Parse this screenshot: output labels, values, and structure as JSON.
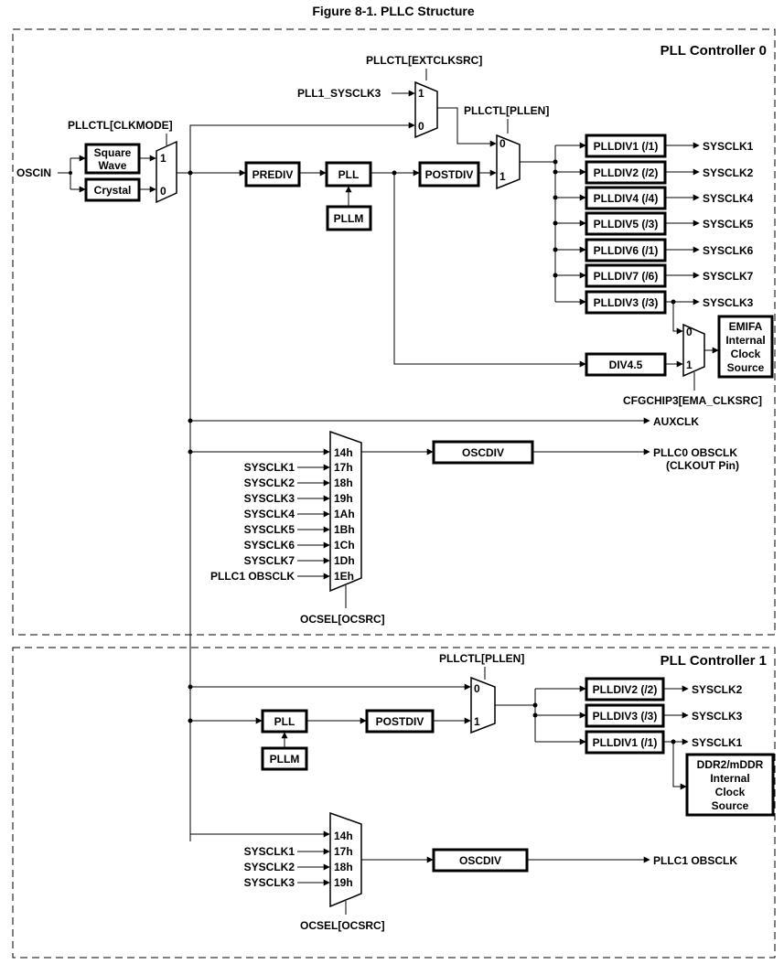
{
  "figure": {
    "title": "Figure 8-1. PLLC Structure"
  },
  "controller0": {
    "title": "PLL Controller 0",
    "input": "OSCIN",
    "clkmode_sel": "PLLCTL[CLKMODE]",
    "square_wave": [
      "Square",
      "Wave"
    ],
    "crystal": "Crystal",
    "mux_in1": "1",
    "mux_in0": "0",
    "extclksrc_sel": "PLLCTL[EXTCLKSRC]",
    "pll1_sysclk3": "PLL1_SYSCLK3",
    "pllen_sel": "PLLCTL[PLLEN]",
    "prediv": "PREDIV",
    "pll": "PLL",
    "pllm": "PLLM",
    "postdiv": "POSTDIV",
    "dividers": [
      {
        "box": "PLLDIV1 (/1)",
        "out": "SYSCLK1"
      },
      {
        "box": "PLLDIV2 (/2)",
        "out": "SYSCLK2"
      },
      {
        "box": "PLLDIV4 (/4)",
        "out": "SYSCLK4"
      },
      {
        "box": "PLLDIV5 (/3)",
        "out": "SYSCLK5"
      },
      {
        "box": "PLLDIV6 (/1)",
        "out": "SYSCLK6"
      },
      {
        "box": "PLLDIV7 (/6)",
        "out": "SYSCLK7"
      },
      {
        "box": "PLLDIV3 (/3)",
        "out": "SYSCLK3"
      }
    ],
    "div45": "DIV4.5",
    "emifa": [
      "EMIFA",
      "Internal",
      "Clock",
      "Source"
    ],
    "ema_sel": "CFGCHIP3[EMA_CLKSRC]",
    "auxclk": "AUXCLK",
    "obs_codes": [
      "14h",
      "17h",
      "18h",
      "19h",
      "1Ah",
      "1Bh",
      "1Ch",
      "1Dh",
      "1Eh"
    ],
    "obs_inputs": [
      "SYSCLK1",
      "SYSCLK2",
      "SYSCLK3",
      "SYSCLK4",
      "SYSCLK5",
      "SYSCLK6",
      "SYSCLK7",
      "PLLC1 OBSCLK"
    ],
    "oscdiv": "OSCDIV",
    "obsclk_out": [
      "PLLC0 OBSCLK",
      "(CLKOUT Pin)"
    ],
    "ocsel": "OCSEL[OCSRC]"
  },
  "controller1": {
    "title": "PLL Controller 1",
    "pllen_sel": "PLLCTL[PLLEN]",
    "mux_in0": "0",
    "mux_in1": "1",
    "pll": "PLL",
    "pllm": "PLLM",
    "postdiv": "POSTDIV",
    "dividers": [
      {
        "box": "PLLDIV2 (/2)",
        "out": "SYSCLK2"
      },
      {
        "box": "PLLDIV3 (/3)",
        "out": "SYSCLK3"
      },
      {
        "box": "PLLDIV1 (/1)",
        "out": "SYSCLK1"
      }
    ],
    "ddr": [
      "DDR2/mDDR",
      "Internal",
      "Clock",
      "Source"
    ],
    "obs_codes": [
      "14h",
      "17h",
      "18h",
      "19h"
    ],
    "obs_inputs": [
      "SYSCLK1",
      "SYSCLK2",
      "SYSCLK3"
    ],
    "oscdiv": "OSCDIV",
    "obsclk_out": "PLLC1 OBSCLK",
    "ocsel": "OCSEL[OCSRC]"
  }
}
